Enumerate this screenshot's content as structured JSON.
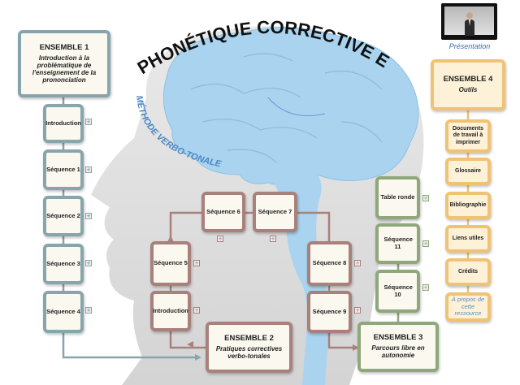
{
  "title": "PHONÉTIQUE CORRECTIVE EN FLE",
  "subtitle": "MÉTHODE VERBO-TONALE",
  "presentation": {
    "label": "Présentation"
  },
  "ensemble1": {
    "title": "ENSEMBLE 1",
    "desc": "Introduction à la problématique de l'enseignement de la prononciation",
    "items": [
      "Introduction",
      "Séquence 1",
      "Séquence 2",
      "Séquence 3",
      "Séquence 4"
    ]
  },
  "ensemble2": {
    "title": "ENSEMBLE 2",
    "desc": "Pratiques correctives verbo-tonales",
    "items": [
      "Introduction",
      "Séquence 5",
      "Séquence 6",
      "Séquence 7",
      "Séquence 8",
      "Séquence 9"
    ]
  },
  "ensemble3": {
    "title": "ENSEMBLE 3",
    "desc": "Parcours libre en autonomie",
    "items": [
      "Table ronde",
      "Séquence 11",
      "Séquence 10"
    ]
  },
  "ensemble4": {
    "title": "ENSEMBLE 4",
    "desc": "Outils",
    "items": [
      "Documents de travail à imprimer",
      "Glossaire",
      "Bibliographie",
      "Liens utiles",
      "Crédits"
    ],
    "about": "À propos de cette ressource"
  },
  "plus_icon": "+",
  "colors": {
    "ensemble1": "#87a5ad",
    "ensemble2": "#a8807c",
    "ensemble3": "#8fa87a",
    "ensemble4": "#f0c274",
    "brain": "#a9d3ef"
  }
}
